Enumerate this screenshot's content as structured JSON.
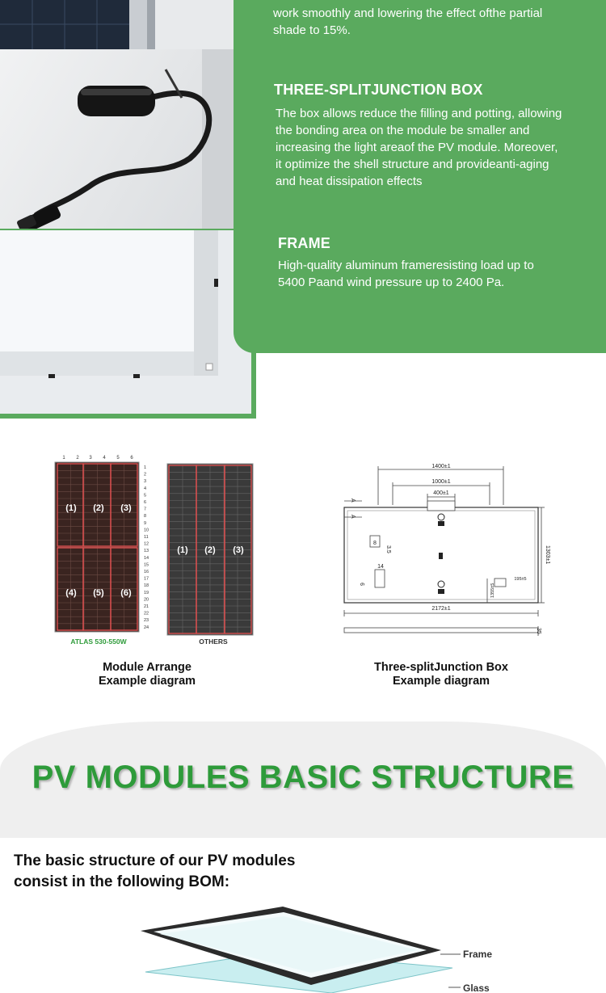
{
  "card": {
    "top_text": {
      "line1": "work smoothly and lowering the effect ofthe partial",
      "line2": "shade to 15%."
    },
    "junction_box": {
      "title": "THREE-SPLITJUNCTION BOX",
      "lines": [
        "The box allows reduce the filling and potting, allowing",
        "the bonding area on the module be smaller and",
        "increasing the light areaof the PV module. Moreover,",
        "it  optimize the shell structure and provideanti-aging",
        "and  heat dissipation effects"
      ]
    },
    "frame": {
      "title": "FRAME",
      "lines": [
        "High-quality aluminum frameresisting load up to",
        "5400 Paand wind pressure up to 2400 Pa."
      ]
    }
  },
  "module_diagram": {
    "column_numbers": [
      "1",
      "2",
      "3",
      "4",
      "5",
      "6"
    ],
    "row_numbers": [
      "1",
      "2",
      "3",
      "4",
      "5",
      "6",
      "7",
      "8",
      "9",
      "10",
      "11",
      "12",
      "13",
      "14",
      "15",
      "16",
      "17",
      "18",
      "19",
      "20",
      "21",
      "22",
      "23",
      "24"
    ],
    "atlas_sections": [
      "(1)",
      "(2)",
      "(3)",
      "(4)",
      "(5)",
      "(6)"
    ],
    "others_sections": [
      "(1)",
      "(2)",
      "(3)"
    ],
    "atlas_label": "ATLAS 530-550W",
    "others_label": "OTHERS",
    "caption_line1": "Module Arrange",
    "caption_line2": "Example diagram",
    "atlas_label_color": "#2e9b3a"
  },
  "jbox_diagram": {
    "dim_1400": "1400±1",
    "dim_1000": "1000±1",
    "dim_400": "400±1",
    "dim_2172": "2172±1",
    "dim_1303": "1303±1",
    "dim_8": "8",
    "dim_35a": "3.5",
    "dim_14": "14",
    "dim_9": "9",
    "dim_195": "195±5",
    "dim_1355": "1355±5",
    "dim_35": "35",
    "label_a1": "A",
    "label_a2": "A",
    "caption_line1": "Three-splitJunction Box",
    "caption_line2": "Example diagram"
  },
  "banner": {
    "title": "PV MODULES BASIC STRUCTURE",
    "title_color": "#2e9b3a"
  },
  "bom": {
    "line1": "The basic structure of our PV modules",
    "line2": "consist in the following BOM:",
    "layer_frame": "Frame",
    "layer_glass": "Glass"
  },
  "colors": {
    "green": "#5aaa5e"
  }
}
